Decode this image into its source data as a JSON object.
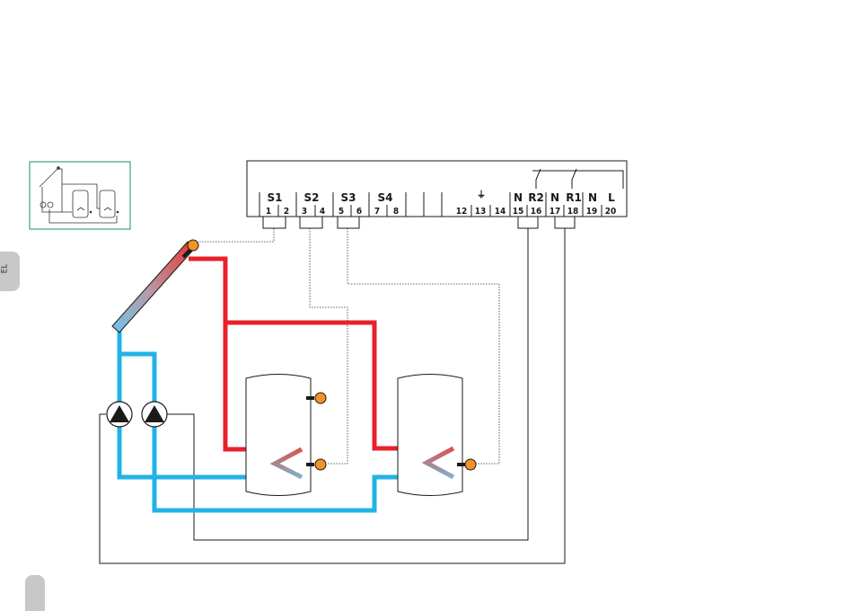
{
  "colors": {
    "hot": "#e8212b",
    "cold": "#22b3e6",
    "sensor": "#f39325",
    "line": "#1a1a1a",
    "thumb_border": "#1f8a72",
    "tab": "#c8c8c8"
  },
  "side_tab": {
    "text": "EL"
  },
  "terminal_block": {
    "groups": [
      "S1",
      "S2",
      "S3",
      "S4"
    ],
    "ground_symbol": "⏚",
    "output_labels": [
      "N",
      "R2",
      "N",
      "R1",
      "N",
      "L"
    ],
    "terminals": [
      "1",
      "2",
      "3",
      "4",
      "5",
      "6",
      "7",
      "8",
      "12",
      "13",
      "14",
      "15",
      "16",
      "17",
      "18",
      "19",
      "20"
    ]
  },
  "components": {
    "collector": "solar-collector",
    "tanks": [
      "storage-tank-1",
      "storage-tank-2"
    ],
    "pumps": [
      "pump-1",
      "pump-2"
    ]
  }
}
